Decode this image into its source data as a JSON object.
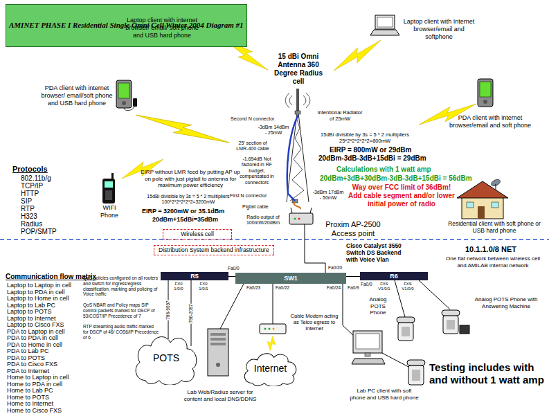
{
  "diagram": {
    "nodes": [
      {
        "text": [
          "AMINET PHASE I Residential Single Omni Cell Winter 2004 Diagram #1"
        ]
      },
      {
        "text": [
          "Wireless cell"
        ]
      },
      {
        "text": [
          "Distribution System backend infrastructure"
        ]
      },
      {
        "text": [
          "R5"
        ]
      },
      {
        "text": [
          "SW1"
        ]
      },
      {
        "text": [
          "R6"
        ]
      },
      {
        "text": [
          "POTS"
        ]
      },
      {
        "text": [
          "Internet"
        ]
      }
    ],
    "edges": [
      {
        "from": 3,
        "to": 4,
        "arrow": "none"
      },
      {
        "from": 4,
        "to": 5,
        "arrow": "none"
      },
      {
        "from": 3,
        "to": 6,
        "label": "786-9097",
        "arrow": "none"
      },
      {
        "from": 3,
        "to": 6,
        "label": "786-2087",
        "arrow": "none"
      }
    ],
    "labels": [
      "Laptop client with internet browser/ email/ soft phone and USB hard phone",
      "Laptop client with Internet browser/email and softphone",
      "15 dBi Omni Antenna 360 Degree Radius cell",
      "PDA client with internet browser/ email/soft phone and USB hard phone",
      "PDA client with internet browser/email and soft phone",
      "Intentional Radiator of 25mW",
      "Second N connector",
      "-3dBm 14dBm - 25mW",
      "15dBi divisible by 3s = 5 * 2 multipliers 25*2*2*2*2*2=800mW",
      "EIRP = 800mW or 29dBm",
      "20dBm-3dB-3dB+15dBi = 29dBm",
      "25' section of LMR-400 cable",
      "-1.654dB Not factored in RF budget, compensated in connectors",
      "Calculations with 1 watt amp",
      "20dBm+3dB+30dBm-3dB-3dB+15dBi = 56dBm",
      "Way over FCC limit of 36dBm! Add cable segment and/or lower initial power of radio",
      "First N connector",
      "-3dBm 17dBm - 50mW",
      "Pigtail cable",
      "Radio output of 100mW/20dBm",
      "Proxim AP-2500 Access point",
      "Protocols",
      "802.11b/g",
      "TCP/IP",
      "HTTP",
      "SIP",
      "RTP",
      "H323",
      "Radius",
      "POP/SMTP",
      "EIRP without LMR feed by putting AP up on pole with just pigtail to antenna for maximum power efficiency",
      "15dBi divisible by 3s = 5 * 2 multipliers 100*2*2*2*2*2=3200mW",
      "EIRP = 3200mW or 35.1dBm",
      "20dBm+15dBi=35dBm",
      "WIFI Phone",
      "Residential client with soft phone or USB hard phone",
      "Cisco Catalyst 3550 Switch DS Backend with Voice Vlan",
      "10.1.1.0/8 NET",
      "One flat network between wireless cell and AMILAB internal network",
      "Communication flow matrix",
      "Laptop to Laptop in cell",
      "Laptop to PDA in cell",
      "Laptop to Home in cell",
      "Laptop to Lab PC",
      "Laptop to POTS",
      "Laptop to Internet",
      "Laptop to Cisco FXS",
      "PDA to Laptop in cell",
      "PDA to PDA in cell",
      "PDA to Home in cell",
      "PDA to Lab PC",
      "PDA to POTS",
      "PDA to Cisco FXS",
      "PDA to Internet",
      "Home to Laptop in cell",
      "Home to PDA in cell",
      "Home to Lab PC",
      "Home to POTS",
      "Home to Internet",
      "Home to Cisco FXS",
      "QoS policies configured on all routers and switch for ingress/egress classification, marking and policing of Voice traffic",
      "QoS NBAR and Policy maps SIP control packets marked for DSCP of 53/COS7/IP Precedence of 7",
      "RTP streaming audio traffic marked for DSCP of 46/ COS6/IP Precedence of 6",
      "Fa0/0",
      "FX0 1/0/0",
      "FX0 1/0/1",
      "Fa0/23",
      "Fa0/22",
      "Fa0/24",
      "Fa0/20",
      "Fa0/9",
      "Fa0/0",
      "FXS V1/0/1",
      "FXS V1/0/0",
      "Cable Modem acting as Telco egress to Internet",
      "Lab Web/Radius server for content and local DNS/DDNS",
      "Analog POTS Phone",
      "Analog POTS Phone with Answering Machine",
      "Lab PC client with soft phone and USB hard phone",
      "Testing includes with and without 1 watt amp"
    ]
  }
}
